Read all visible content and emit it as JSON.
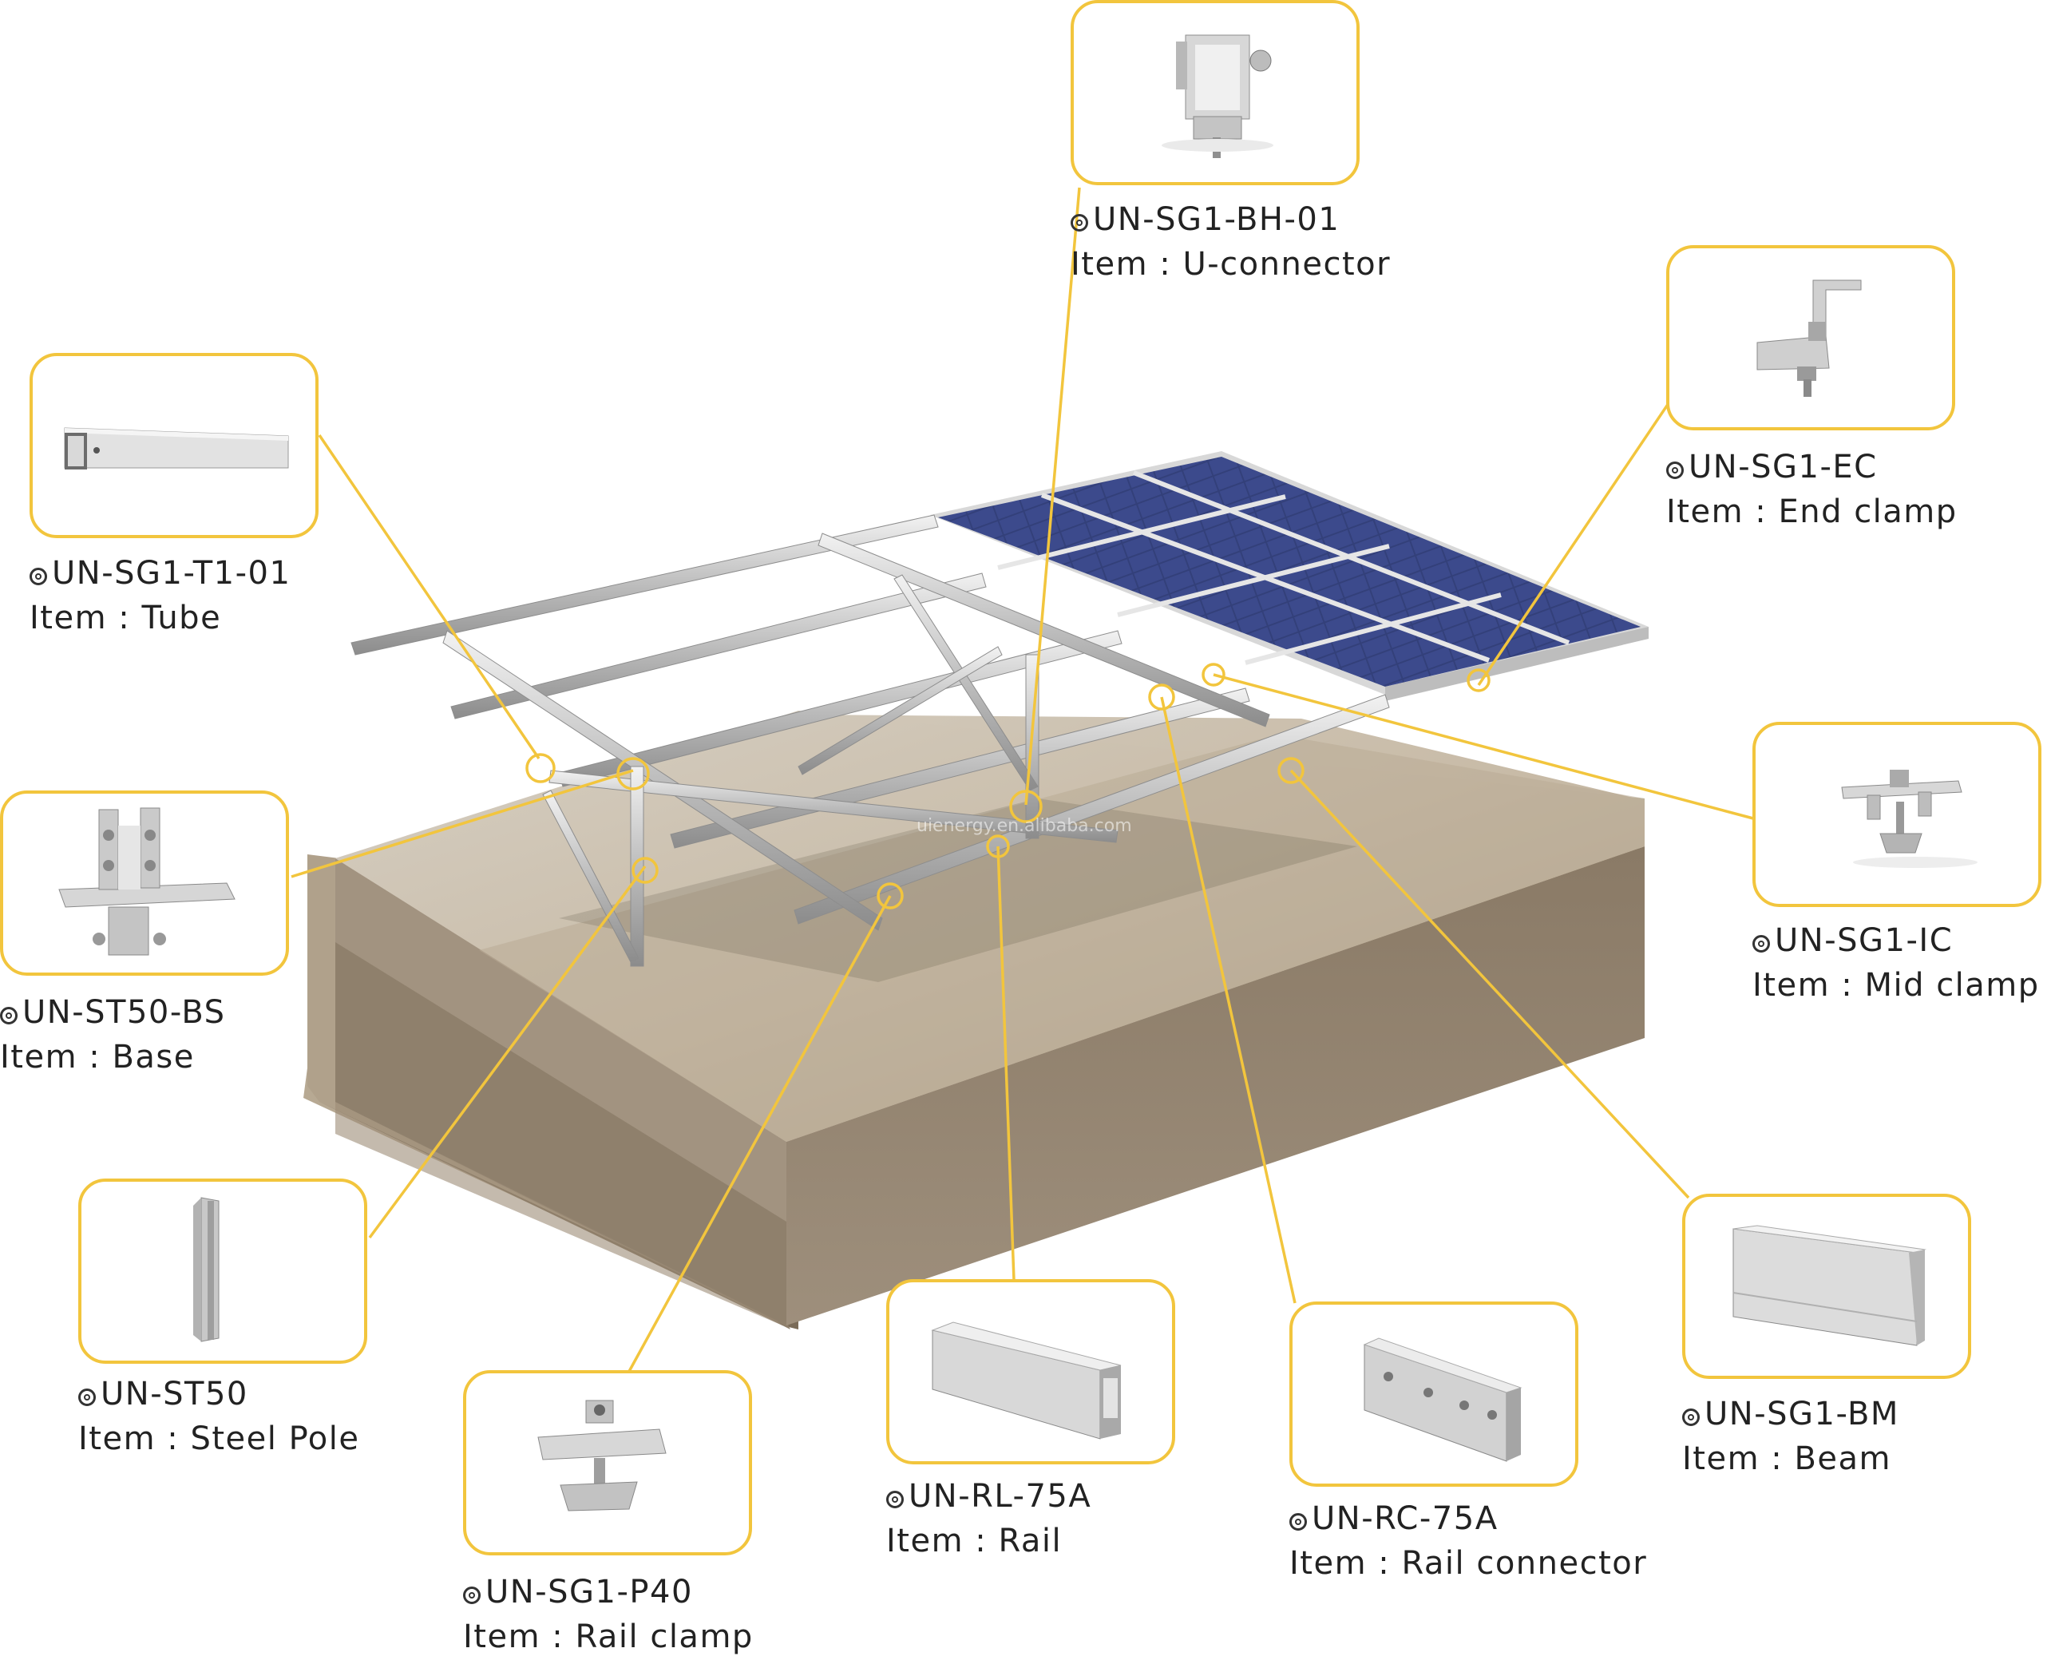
{
  "watermark": "uienergy.en.alibaba.com",
  "accent_color": "#f2c53d",
  "components": [
    {
      "id": "t1",
      "code": "UN-SG1-T1-01",
      "item": "Item : Tube",
      "icon": "square-tube"
    },
    {
      "id": "bh",
      "code": "UN-SG1-BH-01",
      "item": "Item : U-connector",
      "icon": "u-connector"
    },
    {
      "id": "ec",
      "code": "UN-SG1-EC",
      "item": "Item : End clamp",
      "icon": "end-clamp"
    },
    {
      "id": "bs",
      "code": "UN-ST50-BS",
      "item": "Item : Base",
      "icon": "base-bracket"
    },
    {
      "id": "ic",
      "code": "UN-SG1-IC",
      "item": "Item : Mid clamp",
      "icon": "mid-clamp"
    },
    {
      "id": "st",
      "code": "UN-ST50",
      "item": "Item : Steel Pole",
      "icon": "steel-pole"
    },
    {
      "id": "bm",
      "code": "UN-SG1-BM",
      "item": "Item : Beam",
      "icon": "beam-profile"
    },
    {
      "id": "rl",
      "code": "UN-RL-75A",
      "item": "Item : Rail",
      "icon": "rail-profile"
    },
    {
      "id": "rc",
      "code": "UN-RC-75A",
      "item": "Item : Rail connector",
      "icon": "rail-connector"
    },
    {
      "id": "p40",
      "code": "UN-SG1-P40",
      "item": "Item : Rail clamp",
      "icon": "rail-clamp"
    }
  ]
}
